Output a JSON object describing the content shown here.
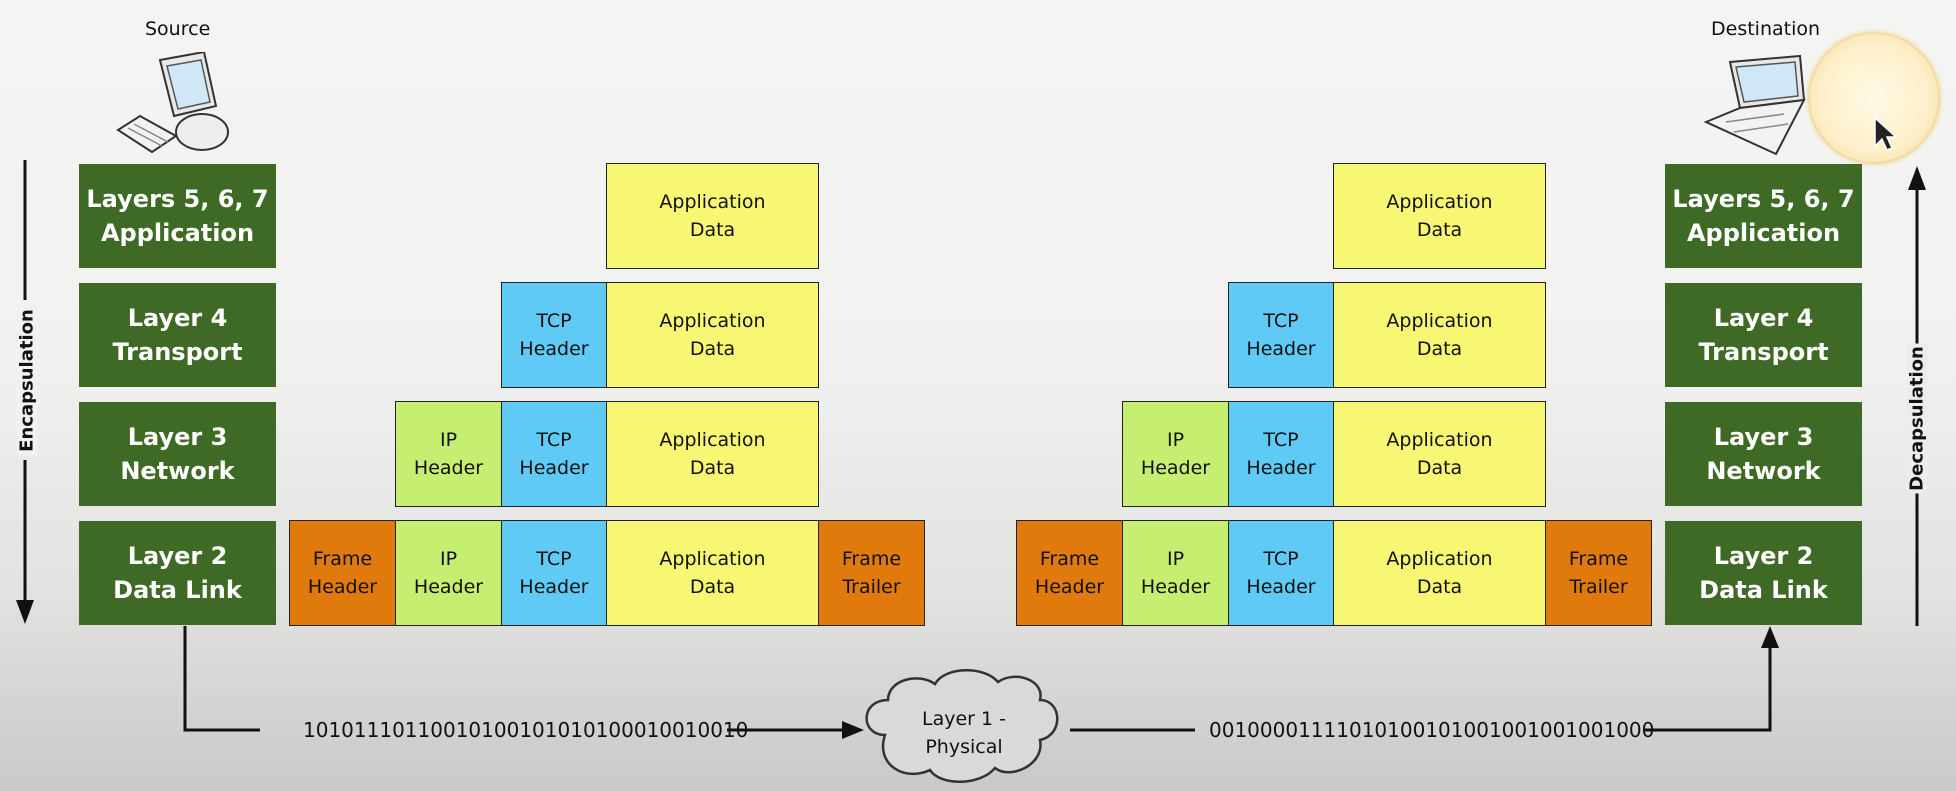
{
  "source": {
    "label": "Source"
  },
  "destination": {
    "label": "Destination"
  },
  "layers": [
    {
      "line1": "Layers 5, 6, 7",
      "line2": "Application"
    },
    {
      "line1": "Layer 4",
      "line2": "Transport"
    },
    {
      "line1": "Layer 3",
      "line2": "Network"
    },
    {
      "line1": "Layer 2",
      "line2": "Data Link"
    }
  ],
  "pdu": {
    "app": [
      "Application",
      "Data"
    ],
    "tcp": [
      "TCP",
      "Header"
    ],
    "ip": [
      "IP",
      "Header"
    ],
    "frame_header": [
      "Frame",
      "Header"
    ],
    "frame_trailer": [
      "Frame",
      "Trailer"
    ]
  },
  "side_labels": {
    "left": "Encapsulation",
    "right": "Decapsulation"
  },
  "physical": {
    "line1": "Layer 1 -",
    "line2": "Physical"
  },
  "bits": {
    "left": "10101110110010100101010100010010010",
    "right": "00100001111010100101001001001001000"
  },
  "colors": {
    "layer_green": "#3f6a25",
    "app_yellow": "#f7f774",
    "tcp_blue": "#5fcaf5",
    "ip_green": "#c6ef72",
    "frame_orange": "#e07a0c"
  },
  "icons": {
    "source_device": "desktop-computer-icon",
    "destination_device": "laptop-icon",
    "pointer": "mouse-cursor-icon"
  }
}
